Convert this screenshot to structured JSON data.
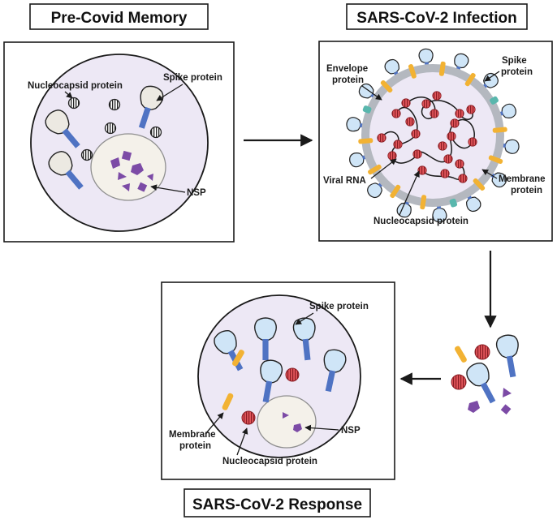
{
  "titles": {
    "pre_covid": "Pre-Covid Memory",
    "infection": "SARS-CoV-2 Infection",
    "response": "SARS-CoV-2 Response"
  },
  "pre_covid_labels": {
    "nucleocapsid": "Nucleocapsid protein",
    "spike": "Spike protein",
    "nsp": "NSP"
  },
  "infection_labels": {
    "envelope_line1": "Envelope",
    "envelope_line2": "protein",
    "spike_line1": "Spike",
    "spike_line2": "protein",
    "viral_rna": "Viral RNA",
    "membrane_line1": "Membrane",
    "membrane_line2": "protein",
    "nucleocapsid": "Nucleocapsid protein"
  },
  "response_labels": {
    "spike": "Spike protein",
    "membrane_line1": "Membrane",
    "membrane_line2": "protein",
    "nucleocapsid": "Nucleocapsid protein",
    "nsp": "NSP"
  },
  "colors": {
    "cell_fill": "#ede8f5",
    "spike_head": "#cfe5f7",
    "spike_stalk": "#4f73c3",
    "envelope": "#59b7ad",
    "membrane": "#f2b233",
    "nucleocapsid": "#e2555a",
    "nsp": "#7c4ba6",
    "memory_head": "#ece9e2",
    "virus_shell": "#b4b8bf"
  }
}
